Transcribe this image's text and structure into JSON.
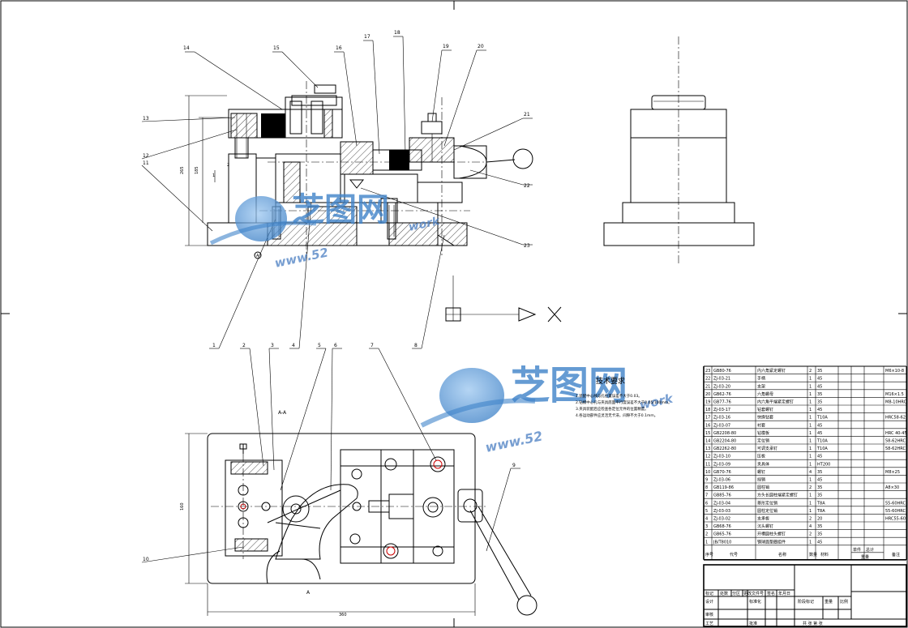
{
  "callouts": {
    "c1": "1",
    "c2": "2",
    "c3": "3",
    "c4": "4",
    "c5": "5",
    "c6": "6",
    "c7": "7",
    "c8": "8",
    "c9": "9",
    "c10": "10",
    "c11": "11",
    "c12": "12",
    "c13": "13",
    "c14": "14",
    "c15": "15",
    "c16": "16",
    "c17": "17",
    "c18": "18",
    "c19": "19",
    "c20": "20",
    "c21": "21",
    "c22": "22",
    "c23": "23"
  },
  "section_label": "A-A",
  "view_arrow_label": "A",
  "watermark": {
    "cn": "芝图网",
    "url_top": "www.52",
    "url_top_end": "work",
    "url_bottom": "www.52",
    "url_bottom_end": "work"
  },
  "tech_requirements": {
    "title": "技术要求",
    "items": [
      "1.装配中心线与孔位置误差不大于0.03。",
      "2.钻模中心孔与夹具底面平行度误差不大于0.05/100mm。",
      "3.夹具装配后应检查各定位元件的位置精度。",
      "4.各运动部件应灵活无卡滞，间隙不大于0.1mm。"
    ]
  },
  "bom_rows": [
    {
      "code": "GB80-76",
      "name": "内六角紧定螺钉",
      "qty": "2",
      "mat": "35",
      "note": "M6×10-8"
    },
    {
      "code": "ZJ-03-21",
      "name": "手柄",
      "qty": "1",
      "mat": "45",
      "note": ""
    },
    {
      "code": "ZJ-03-20",
      "name": "支架",
      "qty": "1",
      "mat": "45",
      "note": ""
    },
    {
      "code": "GB62-76",
      "name": "六角螺母",
      "qty": "1",
      "mat": "35",
      "note": "M16×1.5"
    },
    {
      "code": "GB77-76",
      "name": "内六角平端紧定螺钉",
      "qty": "1",
      "mat": "35",
      "note": "M8-10HRC"
    },
    {
      "code": "ZJ-03-17",
      "name": "钻套螺钉",
      "qty": "1",
      "mat": "45",
      "note": ""
    },
    {
      "code": "ZJ-03-16",
      "name": "快换钻套",
      "qty": "1",
      "mat": "T10A",
      "note": "HRC58-62"
    },
    {
      "code": "ZJ-03-07",
      "name": "衬套",
      "qty": "1",
      "mat": "45",
      "note": ""
    },
    {
      "code": "GB2208-80",
      "name": "钻模板",
      "qty": "1",
      "mat": "45",
      "note": "HRC 40-45"
    },
    {
      "code": "GB2204-80",
      "name": "定位销",
      "qty": "1",
      "mat": "T10A",
      "note": "58-62HRC"
    },
    {
      "code": "GB2262-80",
      "name": "可调支承钉",
      "qty": "1",
      "mat": "T10A",
      "note": "58-62HRC"
    },
    {
      "code": "ZJ-03-10",
      "name": "压板",
      "qty": "1",
      "mat": "45",
      "note": ""
    },
    {
      "code": "ZJ-03-09",
      "name": "夹具体",
      "qty": "1",
      "mat": "HT200",
      "note": ""
    },
    {
      "code": "GB70-76",
      "name": "螺钉",
      "qty": "4",
      "mat": "35",
      "note": "M8×25"
    },
    {
      "code": "ZJ-03-06",
      "name": "挡销",
      "qty": "1",
      "mat": "45",
      "note": ""
    },
    {
      "code": "GB119-86",
      "name": "圆柱销",
      "qty": "2",
      "mat": "35",
      "note": "A8×30"
    },
    {
      "code": "GB85-76",
      "name": "方头长圆柱端紧定螺钉",
      "qty": "1",
      "mat": "35",
      "note": ""
    },
    {
      "code": "ZJ-03-04",
      "name": "菱形定位销",
      "qty": "1",
      "mat": "T8A",
      "note": "55-60HRC"
    },
    {
      "code": "ZJ-03-03",
      "name": "圆柱定位销",
      "qty": "1",
      "mat": "T8A",
      "note": "55-60HRC"
    },
    {
      "code": "ZJ-03-02",
      "name": "支承板",
      "qty": "2",
      "mat": "20",
      "note": "HRC55-60"
    },
    {
      "code": "GB68-76",
      "name": "沉头螺钉",
      "qty": "4",
      "mat": "35",
      "note": ""
    },
    {
      "code": "GB65-76",
      "name": "开槽圆柱头螺钉",
      "qty": "2",
      "mat": "35",
      "note": ""
    },
    {
      "code": "JB/T8010",
      "name": "钢球面垫圈组件",
      "qty": "1",
      "mat": "45",
      "note": ""
    }
  ],
  "bom_header": {
    "seq": "序号",
    "code": "代号",
    "name": "名称",
    "qty": "数量",
    "mat": "材料",
    "unit_w": "单件",
    "total_w": "总计",
    "weight": "重量",
    "note": "备注"
  },
  "title_block": {
    "mark": "标记",
    "count": "处数",
    "zone": "分区",
    "doc": "更改文件号",
    "sign": "签名",
    "date": "年月日",
    "design": "设计",
    "std": "标准化",
    "stage": "阶段标记",
    "weight": "重量",
    "scale": "比例",
    "review": "审核",
    "process": "工艺",
    "approve": "批准",
    "sheets": "共 张 第 张"
  },
  "icons": {
    "projection": "first-angle-projection-icon",
    "cross": "cross-mark-icon"
  }
}
